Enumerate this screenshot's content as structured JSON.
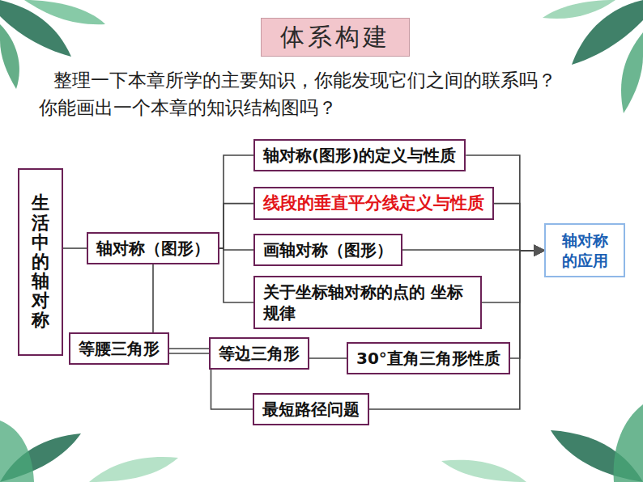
{
  "diagram": {
    "title": "体系构建",
    "nodes": [
      {
        "text": [
          "生活中的轴对称"
        ]
      },
      {
        "text": [
          "轴对称（图形）"
        ]
      },
      {
        "text": [
          "轴对称(图形)的定义与性质"
        ]
      },
      {
        "text": [
          "线段的垂直平分线定义与性质"
        ]
      },
      {
        "text": [
          "画轴对称（图形）"
        ]
      },
      {
        "text": [
          "关于坐标轴对称的点的 坐标规律"
        ]
      },
      {
        "text": [
          "等腰三角形"
        ]
      },
      {
        "text": [
          "等边三角形"
        ]
      },
      {
        "text": [
          "30°直角三角形性质"
        ]
      },
      {
        "text": [
          "最短路径问题"
        ]
      },
      {
        "text": [
          "轴对称的应用"
        ]
      }
    ],
    "edges": [
      {
        "from": 0,
        "to": 1,
        "arrow": "none"
      },
      {
        "from": 1,
        "to": 2,
        "arrow": "none"
      },
      {
        "from": 1,
        "to": 3,
        "arrow": "none"
      },
      {
        "from": 1,
        "to": 4,
        "arrow": "none"
      },
      {
        "from": 1,
        "to": 5,
        "arrow": "none"
      },
      {
        "from": 1,
        "to": 6,
        "arrow": "none"
      },
      {
        "from": 6,
        "to": 7,
        "arrow": "none"
      },
      {
        "from": 7,
        "to": 8,
        "arrow": "none"
      },
      {
        "from": 6,
        "to": 9,
        "arrow": "none"
      },
      {
        "from": 2,
        "to": 10,
        "arrow": "to"
      },
      {
        "from": 3,
        "to": 10,
        "arrow": "to"
      },
      {
        "from": 4,
        "to": 10,
        "arrow": "to"
      },
      {
        "from": 5,
        "to": 10,
        "arrow": "to"
      },
      {
        "from": 8,
        "to": 10,
        "arrow": "to"
      },
      {
        "from": 9,
        "to": 10,
        "arrow": "to"
      }
    ],
    "labels": [
      "整理一下本章所学的主要知识，你能发现它们之间的联系吗？",
      "你能画出一个本章的知识结构图吗？"
    ]
  }
}
